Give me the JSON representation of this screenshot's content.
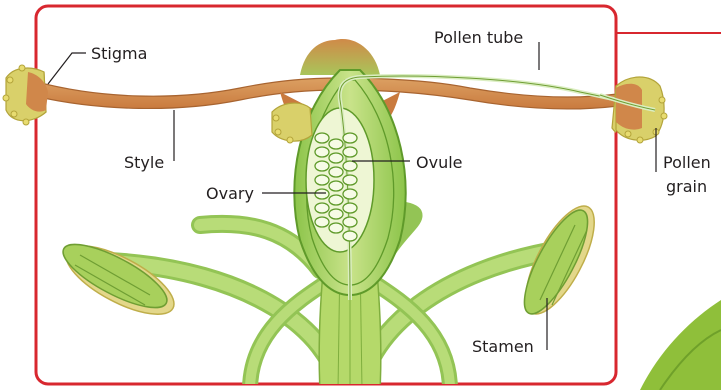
{
  "labels": {
    "stigma": "Stigma",
    "style": "Style",
    "pollen_tube": "Pollen tube",
    "ovule": "Ovule",
    "ovary": "Ovary",
    "pollen_grain_line1": "Pollen",
    "pollen_grain_line2": "grain",
    "stamen": "Stamen"
  },
  "colors": {
    "frame": "#d8272f",
    "stigma_style": "#d0874a",
    "pollen": "#d9d06a",
    "ovary": "#9fce5a",
    "stem": "#b5d96a",
    "leaf": "#8fbf3a",
    "text": "#231f20"
  }
}
